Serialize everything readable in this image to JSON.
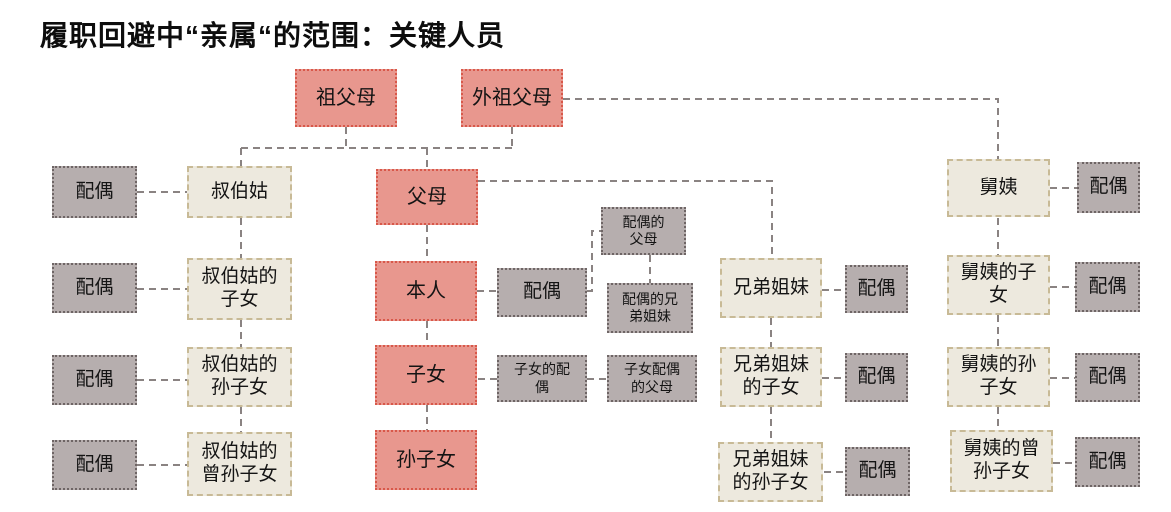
{
  "title": "履职回避中“亲属“的范围：关键人员",
  "colors": {
    "key_person_fill": "#E8978E",
    "key_person_border": "#D8584A",
    "relative_fill": "#EDE9DE",
    "relative_border": "#C8BA96",
    "spouse_fill": "#B6AEAE",
    "spouse_border": "#6E6565",
    "connector": "#8A8382"
  },
  "nodes": [
    {
      "id": "paternal-grandparents",
      "label": "祖父母",
      "type": "key"
    },
    {
      "id": "maternal-grandparents",
      "label": "外祖父母",
      "type": "key"
    },
    {
      "id": "uncle-aunt-spouse",
      "label": "配偶",
      "type": "spouse"
    },
    {
      "id": "paternal-uncles-aunts",
      "label": "叔伯姑",
      "type": "relative"
    },
    {
      "id": "parents",
      "label": "父母",
      "type": "key"
    },
    {
      "id": "maternal-uncles-aunts",
      "label": "舅姨",
      "type": "relative"
    },
    {
      "id": "maternal-uncle-aunt-spouse",
      "label": "配偶",
      "type": "spouse"
    },
    {
      "id": "cousins-spouse",
      "label": "配偶",
      "type": "spouse"
    },
    {
      "id": "uncles-children",
      "label": "叔伯姑的\n子女",
      "type": "relative"
    },
    {
      "id": "self",
      "label": "本人",
      "type": "key"
    },
    {
      "id": "self-spouse",
      "label": "配偶",
      "type": "spouse"
    },
    {
      "id": "spouse-parents",
      "label": "配偶的\n父母",
      "type": "spouse"
    },
    {
      "id": "spouse-siblings",
      "label": "配偶的兄\n弟姐妹",
      "type": "spouse"
    },
    {
      "id": "siblings",
      "label": "兄弟姐妹",
      "type": "relative"
    },
    {
      "id": "sibling-spouse",
      "label": "配偶",
      "type": "spouse"
    },
    {
      "id": "maternal-cousins",
      "label": "舅姨的子\n女",
      "type": "relative"
    },
    {
      "id": "maternal-cousin-spouse",
      "label": "配偶",
      "type": "spouse"
    },
    {
      "id": "uncles-grandchildren-spouse",
      "label": "配偶",
      "type": "spouse"
    },
    {
      "id": "uncles-grandchildren",
      "label": "叔伯姑的\n孙子女",
      "type": "relative"
    },
    {
      "id": "children",
      "label": "子女",
      "type": "key"
    },
    {
      "id": "children-spouse",
      "label": "子女的配\n偶",
      "type": "spouse"
    },
    {
      "id": "children-spouse-parents",
      "label": "子女配偶\n的父母",
      "type": "spouse"
    },
    {
      "id": "siblings-children",
      "label": "兄弟姐妹\n的子女",
      "type": "relative"
    },
    {
      "id": "siblings-children-spouse",
      "label": "配偶",
      "type": "spouse"
    },
    {
      "id": "maternal-uncles-grandchildren",
      "label": "舅姨的孙\n子女",
      "type": "relative"
    },
    {
      "id": "maternal-uncles-grandchildren-spouse",
      "label": "配偶",
      "type": "spouse"
    },
    {
      "id": "uncles-greatgrandchildren-spouse",
      "label": "配偶",
      "type": "spouse"
    },
    {
      "id": "uncles-greatgrandchildren",
      "label": "叔伯姑的\n曾孙子女",
      "type": "relative"
    },
    {
      "id": "grandchildren",
      "label": "孙子女",
      "type": "key"
    },
    {
      "id": "siblings-grandchildren",
      "label": "兄弟姐妹\n的孙子女",
      "type": "relative"
    },
    {
      "id": "siblings-grandchildren-spouse",
      "label": "配偶",
      "type": "spouse"
    },
    {
      "id": "maternal-uncles-greatgrandchildren",
      "label": "舅姨的曾\n孙子女",
      "type": "relative"
    },
    {
      "id": "maternal-uncles-greatgrandchildren-spouse",
      "label": "配偶",
      "type": "spouse"
    }
  ]
}
